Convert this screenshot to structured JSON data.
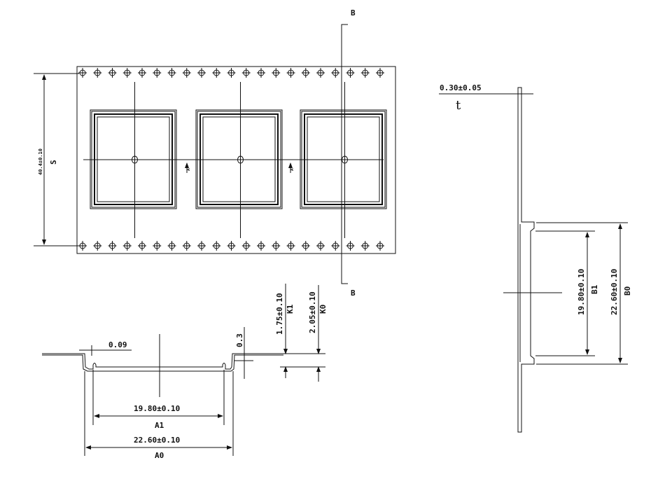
{
  "top_view": {
    "section_label_top": "B",
    "section_label_bottom": "B",
    "width_dim": "40.4±0.10",
    "width_symbol": "S",
    "view_arrow_1": "A",
    "view_arrow_2": "A",
    "sprocket_holes_per_row": 21,
    "pockets": 3
  },
  "section_a": {
    "thickness_small": "0.09",
    "step": "0.3",
    "k1_value": "1.75±0.10",
    "k1_label": "K1",
    "k0_value": "2.05±0.10",
    "k0_label": "K0",
    "a1_value": "19.80±0.10",
    "a1_label": "A1",
    "a0_value": "22.60±0.10",
    "a0_label": "A0"
  },
  "section_b": {
    "t_value": "0.30±0.05",
    "t_label": "t",
    "b1_value": "19.80±0.10",
    "b1_label": "B1",
    "b0_value": "22.60±0.10",
    "b0_label": "B0"
  }
}
